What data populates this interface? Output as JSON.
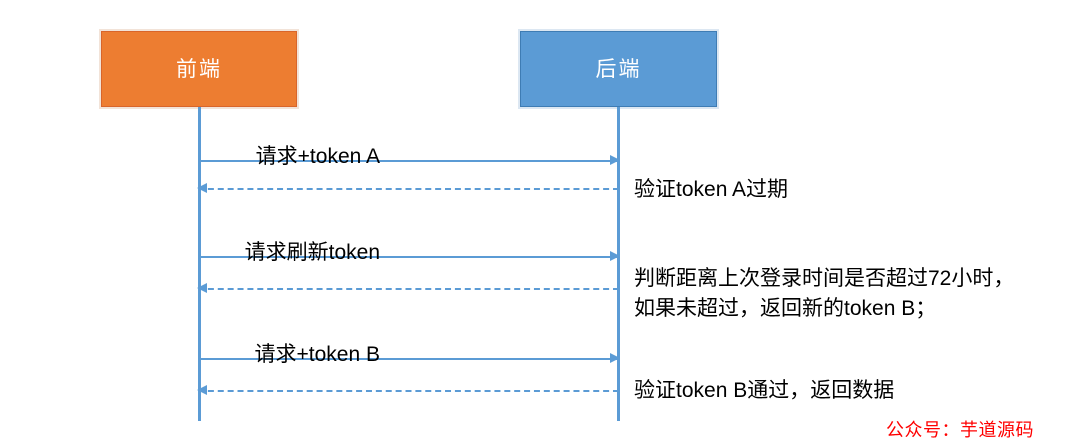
{
  "diagram": {
    "type": "sequence-diagram",
    "title": "",
    "participants": [
      {
        "id": "frontend",
        "label": "前端",
        "color": "#ED7D31"
      },
      {
        "id": "backend",
        "label": "后端",
        "color": "#5B9BD5"
      }
    ],
    "messages": [
      {
        "id": "m1",
        "from": "frontend",
        "to": "backend",
        "style": "solid",
        "label": "请求+token A",
        "note": ""
      },
      {
        "id": "m2",
        "from": "backend",
        "to": "frontend",
        "style": "dashed",
        "label": "",
        "note": "验证token A过期"
      },
      {
        "id": "m3",
        "from": "frontend",
        "to": "backend",
        "style": "solid",
        "label": "请求刷新token",
        "note": ""
      },
      {
        "id": "m4",
        "from": "backend",
        "to": "frontend",
        "style": "dashed",
        "label": "",
        "note_line1": "判断距离上次登录时间是否超过72小时，",
        "note_line2": "如果未超过，返回新的token B；"
      },
      {
        "id": "m5",
        "from": "frontend",
        "to": "backend",
        "style": "solid",
        "label": "请求+token B",
        "note": ""
      },
      {
        "id": "m6",
        "from": "backend",
        "to": "frontend",
        "style": "dashed",
        "label": "",
        "note": "验证token B通过，返回数据"
      }
    ],
    "line_color": "#5B9BD5"
  },
  "watermark": {
    "text": "公众号：芋道源码",
    "color": "#FF0000"
  }
}
